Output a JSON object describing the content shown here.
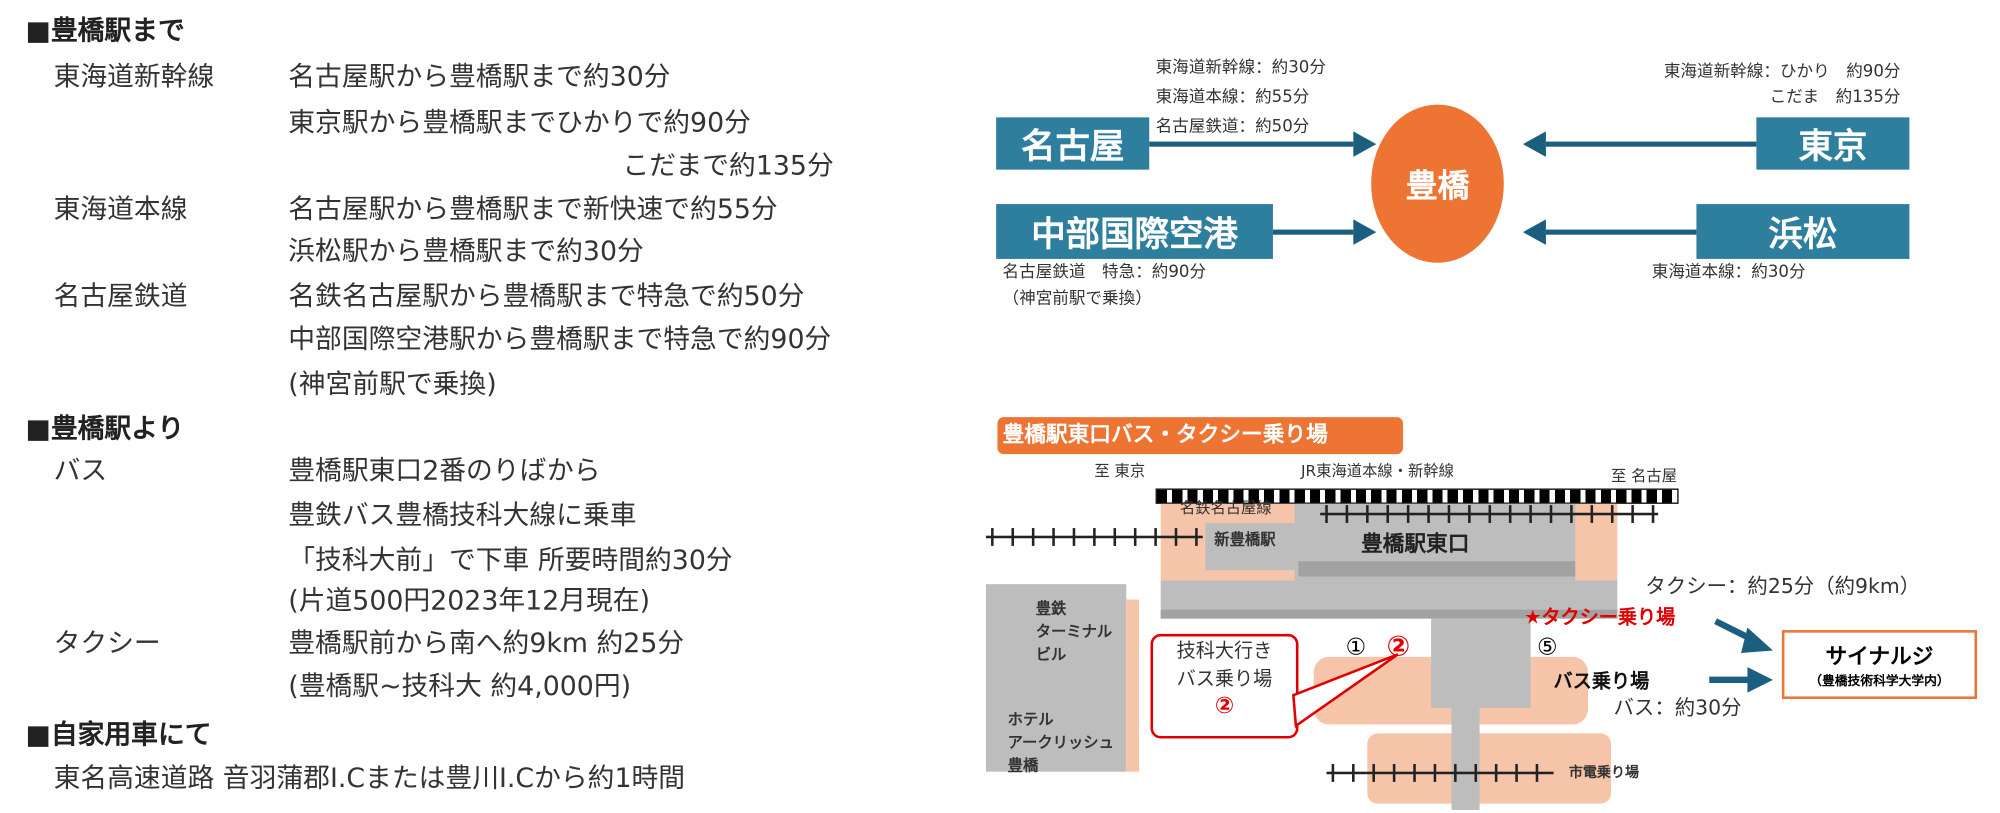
{
  "left": {
    "sections": [
      {
        "heading": "■豊橋駅まで",
        "rows": [
          {
            "label": "東海道新幹線",
            "lines": [
              "名古屋駅から豊橋駅まで約30分",
              "東京駅から豊橋駅までひかりで約90分",
              "こだまで約135分"
            ]
          },
          {
            "label": "東海道本線",
            "lines": [
              "名古屋駅から豊橋駅まで新快速で約55分",
              " 浜松駅から豊橋駅まで約30分"
            ]
          },
          {
            "label": "名古屋鉄道",
            "lines": [
              "名鉄名古屋駅から豊橋駅まで特急で約50分",
              "中部国際空港駅から豊橋駅まで特急で約90分",
              "(神宮前駅で乗換)"
            ]
          }
        ]
      },
      {
        "heading": "■豊橋駅より",
        "rows": [
          {
            "label": "バス",
            "lines": [
              "豊橋駅東口2番のりばから",
              "豊鉄バス豊橋技科大線に乗車",
              "「技科大前」で下車 所要時間約30分",
              "(片道500円2023年12月現在)"
            ]
          },
          {
            "label": "タクシー",
            "lines": [
              "豊橋駅前から南へ約9km 約25分",
              "(豊橋駅~技科大 約4,000円)"
            ]
          }
        ]
      },
      {
        "heading": "■自家用車にて",
        "rows": [
          {
            "label": "",
            "lines": [
              "東名高速道路 音羽蒲郡I.Cまたは豊川I.Cから約1時間"
            ]
          }
        ]
      }
    ]
  },
  "route": {
    "center": "豊橋",
    "nagoya": "名古屋",
    "chubu": "中部国際空港",
    "tokyo": "東京",
    "hamamatsu": "浜松",
    "nagoya_notes": [
      "東海道新幹線：約30分",
      "東海道本線：約55分",
      "名古屋鉄道：約50分"
    ],
    "tokyo_notes": [
      "東海道新幹線：ひかり　約90分",
      "こだま　約135分"
    ],
    "chubu_notes": [
      "名古屋鉄道　特急：約90分",
      "（神宮前駅で乗換）"
    ],
    "hamamatsu_notes": [
      "東海道本線：約30分"
    ]
  },
  "map": {
    "title": "豊橋駅東口バス・タクシー乗り場",
    "to_tokyo": "至 東京",
    "jr_line": "JR東海道本線・新幹線",
    "to_nagoya": "至 名古屋",
    "meitetsu": "名鉄名古屋線",
    "shintoyohashi": "新豊橋駅",
    "east_exit": "豊橋駅東口",
    "terminal_building": [
      "豊鉄",
      "ターミナル",
      "ビル"
    ],
    "hotel": [
      "ホテル",
      "アークリッシュ",
      "豊橋"
    ],
    "callout": [
      "技科大行き",
      "バス乗り場",
      "②"
    ],
    "stop1": "①",
    "stop2": "②",
    "stop5": "⑤",
    "taxi_stand": "★タクシー乗り場",
    "bus_stand": "バス乗り場",
    "taxi_time": "タクシー：約25分（約9km）",
    "bus_time": "バス：約30分",
    "tram": "市電乗り場",
    "dest": "サイナルジ",
    "dest_sub": "（豊橋技術科学大学内）"
  },
  "colors": {
    "teal": "#2e7f9e",
    "orange": "#ed7433",
    "arrow": "#1b5e80",
    "peach": "#f6c4a8",
    "red": "#e00000"
  }
}
